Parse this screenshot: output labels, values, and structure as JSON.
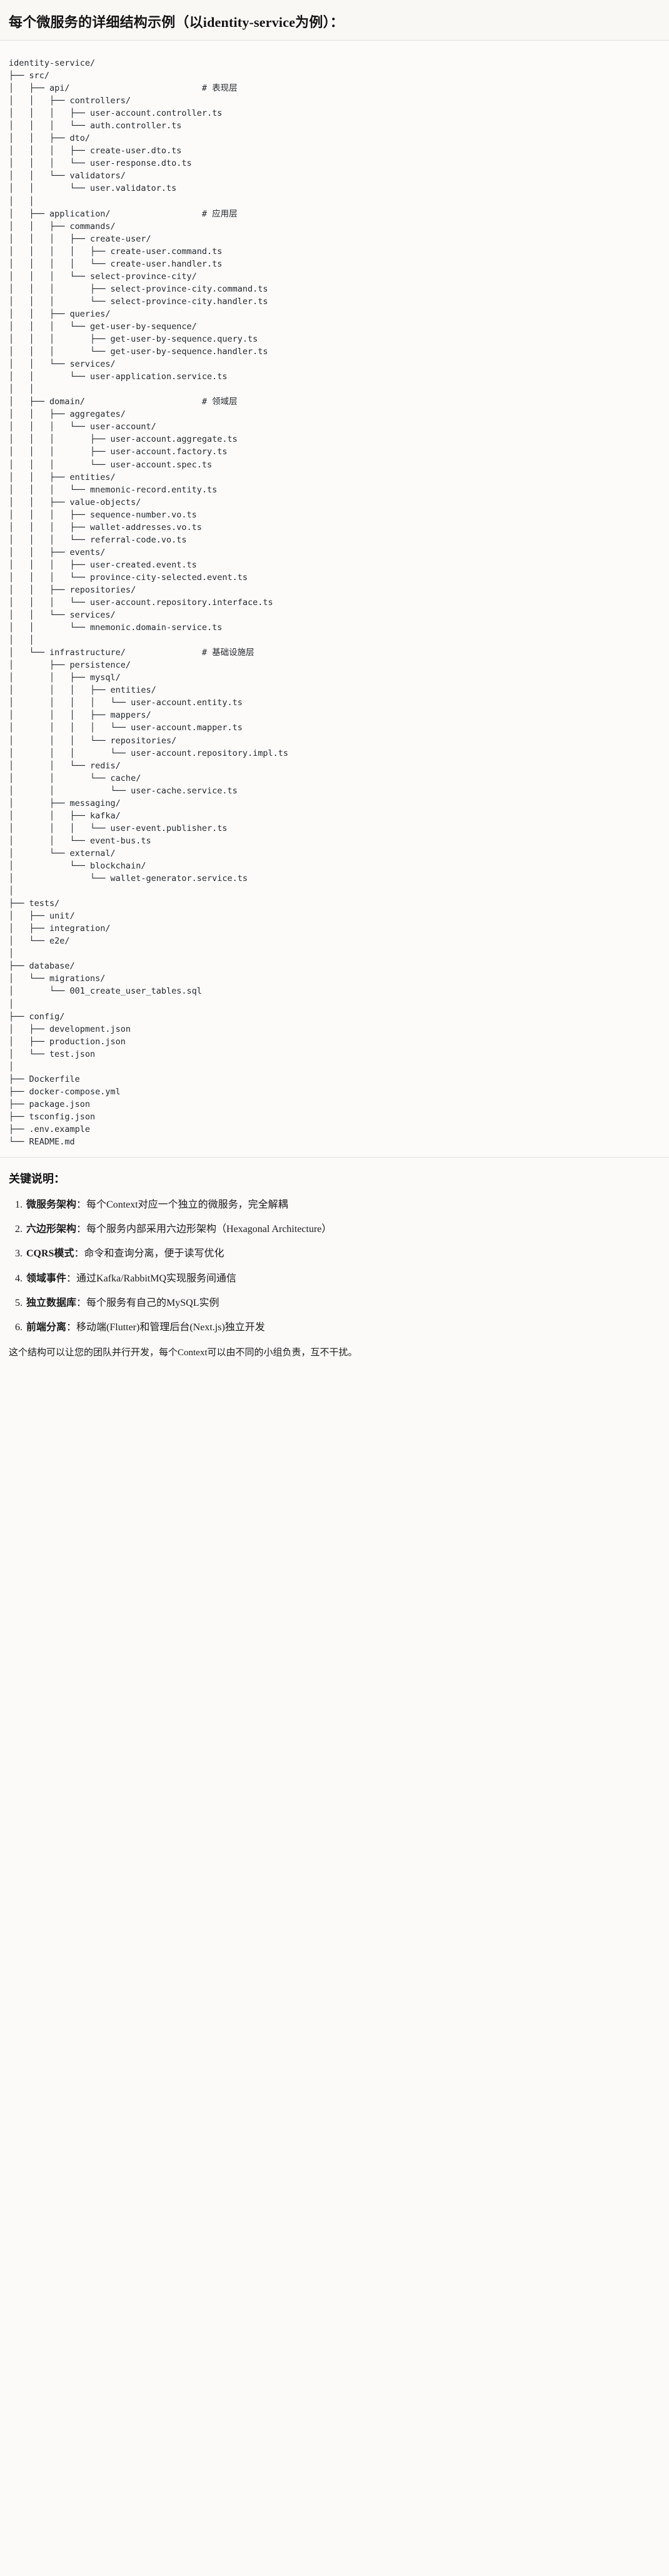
{
  "header": {
    "title": "每个微服务的详细结构示例（以identity-service为例）："
  },
  "tree": {
    "root": "identity-service/",
    "text": "identity-service/\n├── src/\n│   ├── api/                          # 表现层\n│   │   ├── controllers/\n│   │   │   ├── user-account.controller.ts\n│   │   │   └── auth.controller.ts\n│   │   ├── dto/\n│   │   │   ├── create-user.dto.ts\n│   │   │   └── user-response.dto.ts\n│   │   └── validators/\n│   │       └── user.validator.ts\n│   │\n│   ├── application/                  # 应用层\n│   │   ├── commands/\n│   │   │   ├── create-user/\n│   │   │   │   ├── create-user.command.ts\n│   │   │   │   └── create-user.handler.ts\n│   │   │   └── select-province-city/\n│   │   │       ├── select-province-city.command.ts\n│   │   │       └── select-province-city.handler.ts\n│   │   ├── queries/\n│   │   │   └── get-user-by-sequence/\n│   │   │       ├── get-user-by-sequence.query.ts\n│   │   │       └── get-user-by-sequence.handler.ts\n│   │   └── services/\n│   │       └── user-application.service.ts\n│   │\n│   ├── domain/                       # 领域层\n│   │   ├── aggregates/\n│   │   │   └── user-account/\n│   │   │       ├── user-account.aggregate.ts\n│   │   │       ├── user-account.factory.ts\n│   │   │       └── user-account.spec.ts\n│   │   ├── entities/\n│   │   │   └── mnemonic-record.entity.ts\n│   │   ├── value-objects/\n│   │   │   ├── sequence-number.vo.ts\n│   │   │   ├── wallet-addresses.vo.ts\n│   │   │   └── referral-code.vo.ts\n│   │   ├── events/\n│   │   │   ├── user-created.event.ts\n│   │   │   └── province-city-selected.event.ts\n│   │   ├── repositories/\n│   │   │   └── user-account.repository.interface.ts\n│   │   └── services/\n│   │       └── mnemonic.domain-service.ts\n│   │\n│   └── infrastructure/               # 基础设施层\n│       ├── persistence/\n│       │   ├── mysql/\n│       │   │   ├── entities/\n│       │   │   │   └── user-account.entity.ts\n│       │   │   ├── mappers/\n│       │   │   │   └── user-account.mapper.ts\n│       │   │   └── repositories/\n│       │   │       └── user-account.repository.impl.ts\n│       │   └── redis/\n│       │       └── cache/\n│       │           └── user-cache.service.ts\n│       ├── messaging/\n│       │   ├── kafka/\n│       │   │   └── user-event.publisher.ts\n│       │   └── event-bus.ts\n│       └── external/\n│           └── blockchain/\n│               └── wallet-generator.service.ts\n│\n├── tests/\n│   ├── unit/\n│   ├── integration/\n│   └── e2e/\n│\n├── database/\n│   └── migrations/\n│       └── 001_create_user_tables.sql\n│\n├── config/\n│   ├── development.json\n│   ├── production.json\n│   └── test.json\n│\n├── Dockerfile\n├── docker-compose.yml\n├── package.json\n├── tsconfig.json\n├── .env.example\n└── README.md",
    "comments": [
      "# 表现层",
      "# 应用层",
      "# 领域层",
      "# 基础设施层"
    ]
  },
  "notes": {
    "heading": "关键说明：",
    "items": [
      {
        "term": "微服务架构",
        "desc": "：每个Context对应一个独立的微服务，完全解耦"
      },
      {
        "term": "六边形架构",
        "desc": "：每个服务内部采用六边形架构（Hexagonal Architecture）"
      },
      {
        "term": "CQRS模式",
        "desc": "：命令和查询分离，便于读写优化"
      },
      {
        "term": "领域事件",
        "desc": "：通过Kafka/RabbitMQ实现服务间通信"
      },
      {
        "term": "独立数据库",
        "desc": "：每个服务有自己的MySQL实例"
      },
      {
        "term": "前端分离",
        "desc": "：移动端(Flutter)和管理后台(Next.js)独立开发"
      }
    ],
    "closing": "这个结构可以让您的团队并行开发，每个Context可以由不同的小组负责，互不干扰。"
  },
  "colors": {
    "page_bg": "#fbfaf9",
    "code_bg": "#fcfbfa",
    "text": "#24292e",
    "comment": "#6a6a6a",
    "divider": "#e3e1dd"
  }
}
